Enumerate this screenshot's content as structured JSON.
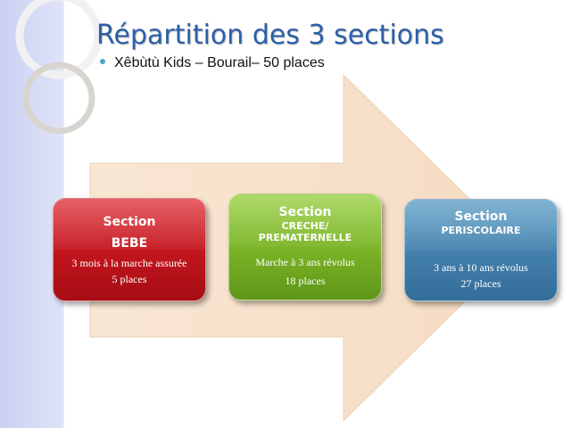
{
  "slide": {
    "title": "Répartition des 3 sections",
    "bullet": "Xêbùtù Kids – Bourail– 50 places"
  },
  "colors": {
    "title": "#2b5fa9",
    "arrow": "#f7e2cc",
    "red": "#c1151d",
    "green": "#79b226",
    "blue": "#437fab"
  },
  "sections": [
    {
      "title": "Section",
      "subtitle": "BEBE",
      "line1": "3 mois à la marche assurée",
      "line2": "5 places"
    },
    {
      "title": "Section",
      "subtitle": "CRECHE/ PREMATERNELLE",
      "line1": "Marche à 3 ans révolus",
      "line2": "18 places"
    },
    {
      "title": "Section",
      "subtitle": "PERISCOLAIRE",
      "line1": "3 ans à 10 ans révolus",
      "line2": "27 places"
    }
  ]
}
